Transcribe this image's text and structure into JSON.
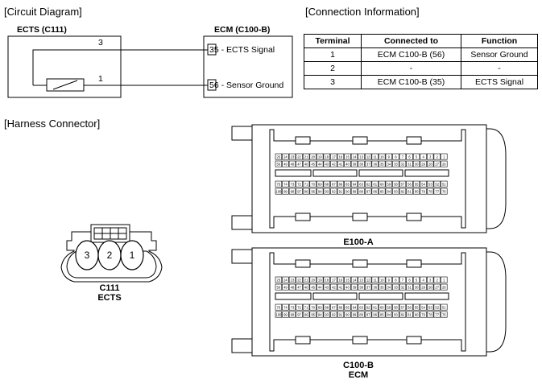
{
  "circuit": {
    "heading": "[Circuit Diagram]",
    "ects_label": "ECTS (C111)",
    "ecm_label": "ECM (C100-B)",
    "pin3": "3",
    "pin1": "1",
    "ecm_pin35": "35 - ECTS Signal",
    "ecm_pin56": "56 - Sensor Ground"
  },
  "connection": {
    "heading": "[Connection Information]",
    "columns": [
      "Terminal",
      "Connected to",
      "Function"
    ],
    "rows": [
      [
        "1",
        "ECM C100-B (56)",
        "Sensor Ground"
      ],
      [
        "2",
        "-",
        "-"
      ],
      [
        "3",
        "ECM C100-B (35)",
        "ECTS Signal"
      ]
    ]
  },
  "harness": {
    "heading": "[Harness Connector]",
    "c111_pins": [
      "3",
      "2",
      "1"
    ],
    "c111_caption_1": "C111",
    "c111_caption_2": "ECTS",
    "e100a_caption": "E100-A",
    "c100b_caption_1": "C100-B",
    "c100b_caption_2": "ECM",
    "pin_rows": [
      [
        "25",
        "24",
        "23",
        "22",
        "21",
        "20",
        "19",
        "18",
        "17",
        "16",
        "15",
        "14",
        "13",
        "12",
        "11",
        "10",
        "9",
        "8",
        "7",
        "6",
        "5",
        "4",
        "3",
        "2",
        "1"
      ],
      [
        "50",
        "49",
        "48",
        "47",
        "46",
        "45",
        "44",
        "43",
        "42",
        "41",
        "40",
        "39",
        "38",
        "37",
        "36",
        "35",
        "34",
        "33",
        "32",
        "31",
        "30",
        "29",
        "28",
        "27",
        "26"
      ],
      [
        "75",
        "74",
        "73",
        "72",
        "71",
        "70",
        "69",
        "68",
        "67",
        "66",
        "65",
        "64",
        "63",
        "62",
        "61",
        "60",
        "59",
        "58",
        "57",
        "56",
        "55",
        "54",
        "53",
        "52",
        "51"
      ],
      [
        "100",
        "99",
        "98",
        "97",
        "96",
        "95",
        "94",
        "93",
        "92",
        "91",
        "90",
        "89",
        "88",
        "87",
        "86",
        "85",
        "84",
        "83",
        "82",
        "81",
        "80",
        "79",
        "78",
        "77",
        "76"
      ]
    ]
  }
}
